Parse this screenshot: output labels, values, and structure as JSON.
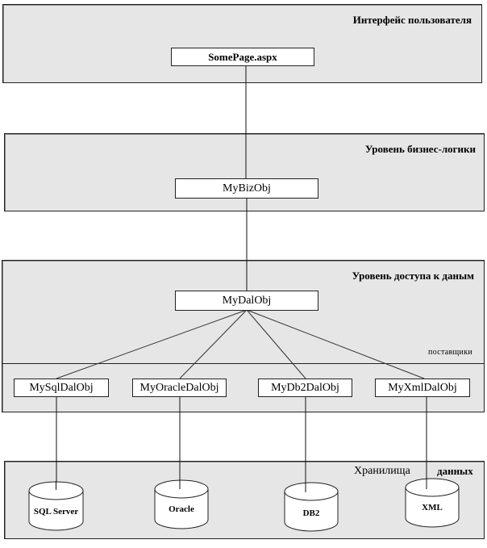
{
  "layers": {
    "ui": {
      "title": "Интерфейс пользователя",
      "component": "SomePage.aspx"
    },
    "business": {
      "title": "Уровень бизнес-логики",
      "component": "MyBizObj"
    },
    "data_access": {
      "title": "Уровень доступа к даным",
      "component": "MyDalObj",
      "providers_label": "поставщики",
      "providers": [
        "MySqlDalObj",
        "MyOracleDalObj",
        "MyDb2DalObj",
        "MyXmlDalObj"
      ]
    },
    "storage": {
      "title_part1": "Хранилища",
      "title_part2": "данных",
      "stores": [
        "SQL Server",
        "Oracle",
        "DB2",
        "XML"
      ]
    }
  }
}
